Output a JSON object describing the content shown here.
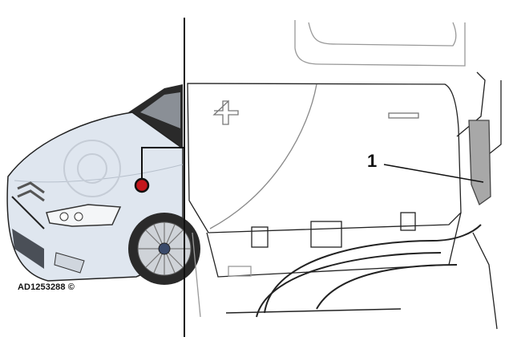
{
  "figure": {
    "reference_code": "AD1253288 ©",
    "callouts": [
      {
        "number": "1",
        "label": "1"
      }
    ],
    "battery_cover": {
      "positive_symbol": "+",
      "negative_symbol": "—"
    },
    "colors": {
      "car_body": "#dfe6ef",
      "marker_red": "#c4161c",
      "highlight_gray": "#a8a8a8",
      "line": "#111111"
    },
    "panels": [
      {
        "name": "car-front-overview"
      },
      {
        "name": "engine-bay-detail"
      }
    ]
  }
}
